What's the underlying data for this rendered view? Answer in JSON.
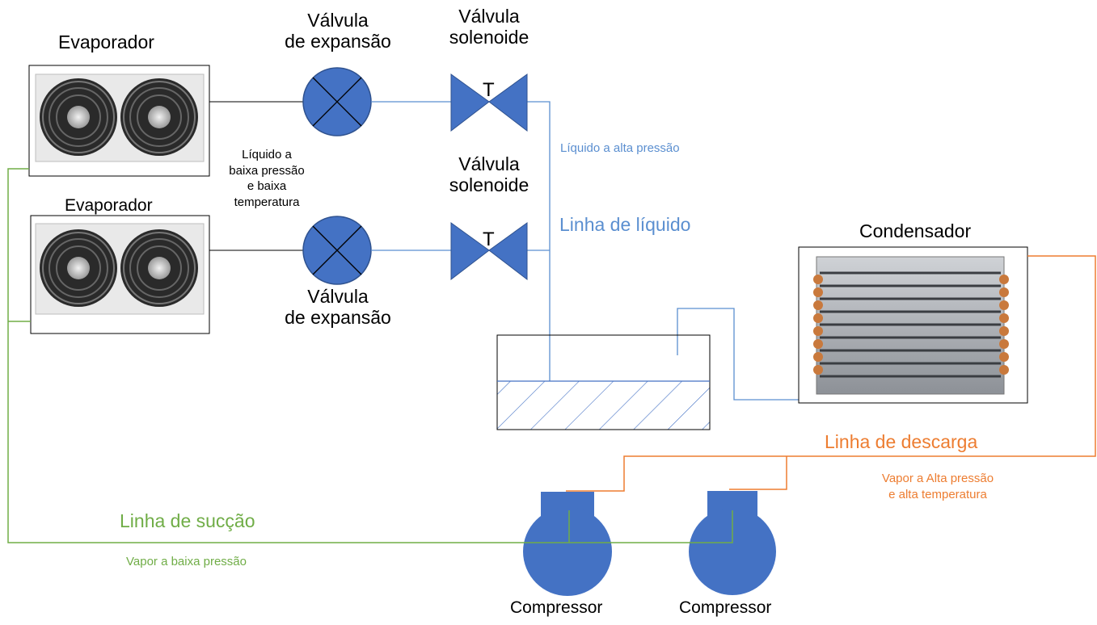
{
  "labels": {
    "evaporador_top": "Evaporador",
    "evaporador_bottom": "Evaporador",
    "valvula_exp_top_1": "Válvula",
    "valvula_exp_top_2": "de expansão",
    "valvula_exp_bottom_1": "Válvula",
    "valvula_exp_bottom_2": "de expansão",
    "valvula_sol_top_1": "Válvula",
    "valvula_sol_top_2": "solenoide",
    "valvula_sol_bottom_1": "Válvula",
    "valvula_sol_bottom_2": "solenoide",
    "solenoid_symbol_top": "T",
    "solenoid_symbol_bottom": "T",
    "liquido_baixa_1": "Líquido a",
    "liquido_baixa_2": "baixa pressão",
    "liquido_baixa_3": "e baixa",
    "liquido_baixa_4": "temperatura",
    "liquido_alta": "Líquido a alta pressão",
    "linha_liquido": "Linha de líquido",
    "condensador": "Condensador",
    "linha_descarga": "Linha de descarga",
    "vapor_alta_1": "Vapor a Alta pressão",
    "vapor_alta_2": "e alta temperatura",
    "linha_succao": "Linha de sucção",
    "vapor_baixa": "Vapor a baixa pressão",
    "compressor_1": "Compressor",
    "compressor_2": "Compressor"
  },
  "colors": {
    "component_fill": "#4472c4",
    "liquid_line": "#5b8fd0",
    "discharge_line": "#ed7d31",
    "suction_line": "#70ad47",
    "outline": "#000000"
  }
}
